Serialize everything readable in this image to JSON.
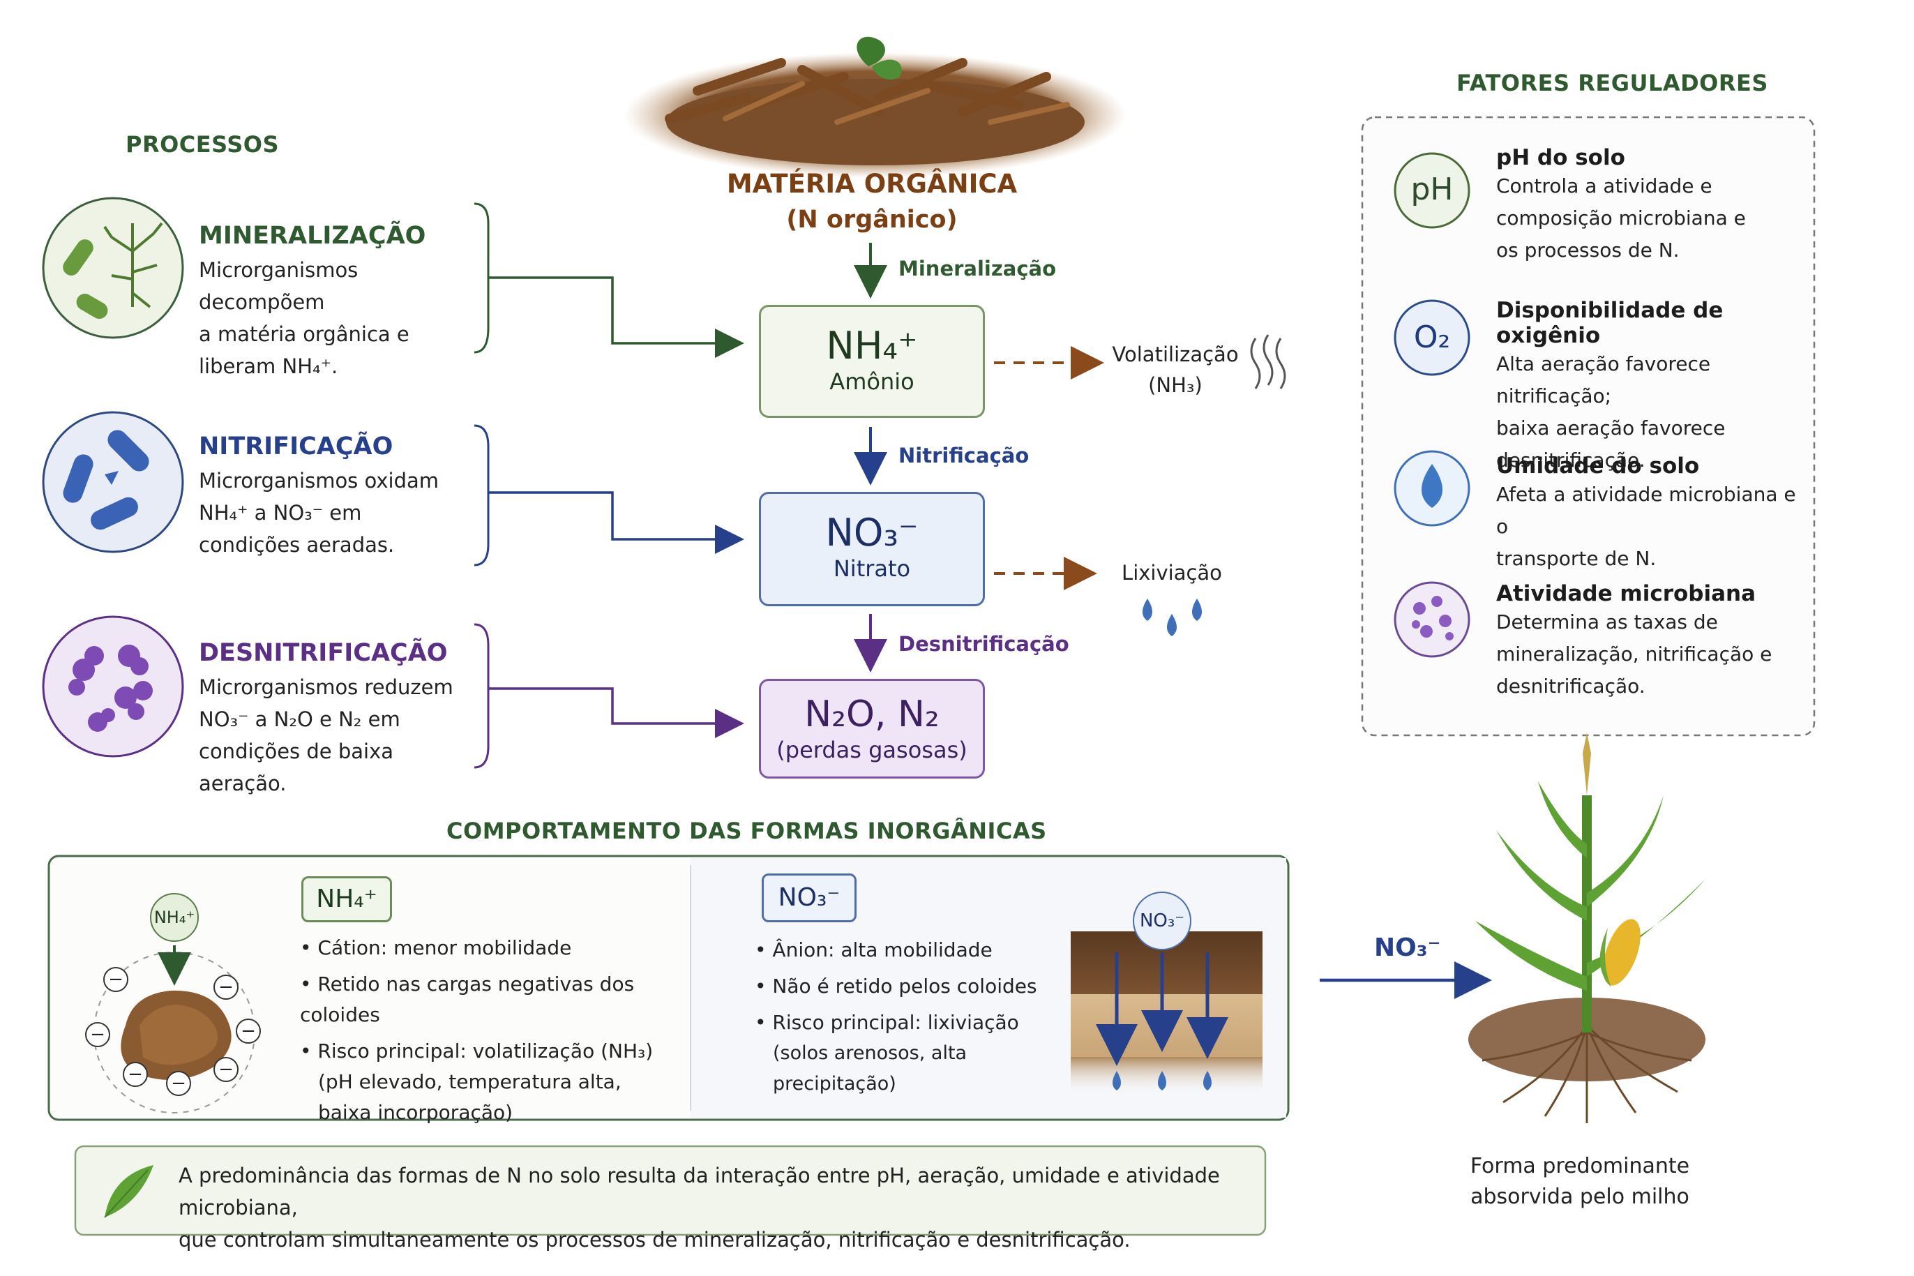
{
  "sections": {
    "processes": "PROCESSOS",
    "factors": "FATORES REGULADORES",
    "behavior": "COMPORTAMENTO DAS FORMAS INORGÂNICAS"
  },
  "organic_matter": {
    "title": "MATÉRIA ORGÂNICA",
    "subtitle": "(N orgânico)"
  },
  "processes": [
    {
      "title": "MINERALIZAÇÃO",
      "lines": [
        "Microrganismos decompõem",
        "a matéria orgânica e",
        "liberam NH₄⁺."
      ],
      "color": "#2f5a2f"
    },
    {
      "title": "NITRIFICAÇÃO",
      "lines": [
        "Microrganismos oxidam",
        "NH₄⁺ a NO₃⁻ em",
        "condições aeradas."
      ],
      "color": "#27408b"
    },
    {
      "title": "DESNITRIFICAÇÃO",
      "lines": [
        "Microrganismos reduzem",
        "NO₃⁻ a N₂O e N₂ em",
        "condições de baixa aeração."
      ],
      "color": "#5b2f86"
    }
  ],
  "flow": {
    "arrow_labels": [
      "Mineralização",
      "Nitrificação",
      "Desnitrificação"
    ],
    "boxes": [
      {
        "formula": "NH₄⁺",
        "name": "Amônio"
      },
      {
        "formula": "NO₃⁻",
        "name": "Nitrato"
      },
      {
        "formula": "N₂O, N₂",
        "name": "(perdas gasosas)"
      }
    ],
    "losses": [
      {
        "label": "Volatilização",
        "sub": "(NH₃)"
      },
      {
        "label": "Lixiviação",
        "sub": ""
      }
    ]
  },
  "factors": [
    {
      "icon": "pH",
      "title": "pH do solo",
      "lines": [
        "Controla a atividade e",
        "composição microbiana e",
        "os processos de N."
      ]
    },
    {
      "icon": "O₂",
      "title": "Disponibilidade de oxigênio",
      "lines": [
        "Alta aeração favorece nitrificação;",
        "baixa aeração favorece",
        "desnitrificação."
      ]
    },
    {
      "icon": "water-drop",
      "title": "Umidade do solo",
      "lines": [
        "Afeta a atividade microbiana e o",
        "transporte de N."
      ]
    },
    {
      "icon": "microbes",
      "title": "Atividade microbiana",
      "lines": [
        "Determina as taxas de",
        "mineralização, nitrificação e",
        "desnitrificação."
      ]
    }
  ],
  "behavior": {
    "ammonium": {
      "badge": "NH₄⁺",
      "tag": "NH₄⁺",
      "bullets": [
        "Cátion: menor mobilidade",
        "Retido nas cargas negativas dos coloides",
        "Risco principal: volatilização (NH₃)"
      ],
      "extra": [
        "(pH elevado, temperatura alta,",
        "baixa incorporação)"
      ],
      "charge": "−"
    },
    "nitrate": {
      "badge": "NO₃⁻",
      "tag": "NO₃⁻",
      "bullets": [
        "Ânion: alta mobilidade",
        "Não é retido pelos coloides",
        "Risco principal: lixiviação"
      ],
      "extra": [
        "(solos arenosos, alta precipitação)"
      ]
    }
  },
  "corn": {
    "arrow_label": "NO₃⁻",
    "caption": [
      "Forma predominante",
      "absorvida pelo milho"
    ]
  },
  "note": [
    "A predominância das formas de N no solo resulta da interação entre pH, aeração, umidade e atividade microbiana,",
    "que controlam simultaneamente os processos de mineralização, nitrificação e desnitrificação."
  ],
  "colors": {
    "green": "#2f5a2f",
    "blue": "#27408b",
    "purple": "#5b2f86",
    "brown": "#7a3f12",
    "loss": "#8a4a1c"
  }
}
